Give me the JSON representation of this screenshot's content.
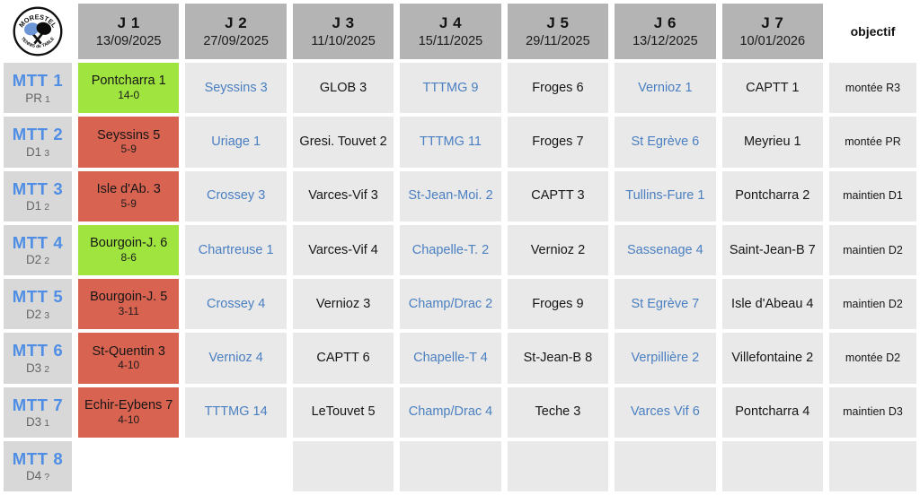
{
  "logo": {
    "top": "MORESTEL",
    "bottom": "TENNIS de TABLE"
  },
  "colors": {
    "headbg": "#b4b4b4",
    "labelbg": "#d8d8d8",
    "cellbg": "#e9e9e9",
    "win": "#a0e53f",
    "loss": "#d96351",
    "away": "#4a7fc1",
    "teamblue": "#4f8ee4"
  },
  "header": {
    "objectif": "objectif",
    "days": [
      {
        "label": "J 1",
        "date": "13/09/2025"
      },
      {
        "label": "J 2",
        "date": "27/09/2025"
      },
      {
        "label": "J 3",
        "date": "11/10/2025"
      },
      {
        "label": "J 4",
        "date": "15/11/2025"
      },
      {
        "label": "J 5",
        "date": "29/11/2025"
      },
      {
        "label": "J 6",
        "date": "13/12/2025"
      },
      {
        "label": "J 7",
        "date": "10/01/2026"
      }
    ]
  },
  "teams": [
    {
      "team": "MTT 1",
      "division": "PR",
      "division_num": "1",
      "objectif": "montée R3",
      "matches": [
        {
          "name": "Pontcharra 1",
          "score": "14-0",
          "result": "win"
        },
        {
          "name": "Seyssins 3"
        },
        {
          "name": "GLOB 3"
        },
        {
          "name": "TTTMG 9"
        },
        {
          "name": "Froges 6"
        },
        {
          "name": "Vernioz 1"
        },
        {
          "name": "CAPTT 1"
        }
      ]
    },
    {
      "team": "MTT 2",
      "division": "D1",
      "division_num": "3",
      "objectif": "montée PR",
      "matches": [
        {
          "name": "Seyssins 5",
          "score": "5-9",
          "result": "loss"
        },
        {
          "name": "Uriage 1"
        },
        {
          "name": "Gresi. Touvet 2"
        },
        {
          "name": "TTTMG 11"
        },
        {
          "name": "Froges 7"
        },
        {
          "name": "St Egrève 6"
        },
        {
          "name": "Meyrieu 1"
        }
      ]
    },
    {
      "team": "MTT 3",
      "division": "D1",
      "division_num": "2",
      "objectif": "maintien D1",
      "matches": [
        {
          "name": "Isle d'Ab. 3",
          "score": "5-9",
          "result": "loss"
        },
        {
          "name": "Crossey 3"
        },
        {
          "name": "Varces-Vif 3"
        },
        {
          "name": "St-Jean-Moi. 2"
        },
        {
          "name": "CAPTT 3"
        },
        {
          "name": "Tullins-Fure 1"
        },
        {
          "name": "Pontcharra 2"
        }
      ]
    },
    {
      "team": "MTT 4",
      "division": "D2",
      "division_num": "2",
      "objectif": "maintien D2",
      "matches": [
        {
          "name": "Bourgoin-J. 6",
          "score": "8-6",
          "result": "win"
        },
        {
          "name": "Chartreuse 1"
        },
        {
          "name": "Varces-Vif 4"
        },
        {
          "name": "Chapelle-T. 2"
        },
        {
          "name": "Vernioz 2"
        },
        {
          "name": "Sassenage 4"
        },
        {
          "name": "Saint-Jean-B 7"
        }
      ]
    },
    {
      "team": "MTT 5",
      "division": "D2",
      "division_num": "3",
      "objectif": "maintien D2",
      "matches": [
        {
          "name": "Bourgoin-J. 5",
          "score": "3-11",
          "result": "loss"
        },
        {
          "name": "Crossey 4"
        },
        {
          "name": "Vernioz 3"
        },
        {
          "name": "Champ/Drac 2"
        },
        {
          "name": "Froges 9"
        },
        {
          "name": "St Egrève 7"
        },
        {
          "name": "Isle d'Abeau 4"
        }
      ]
    },
    {
      "team": "MTT 6",
      "division": "D3",
      "division_num": "2",
      "objectif": "montée D2",
      "matches": [
        {
          "name": "St-Quentin 3",
          "score": "4-10",
          "result": "loss"
        },
        {
          "name": "Vernioz 4"
        },
        {
          "name": "CAPTT 6"
        },
        {
          "name": "Chapelle-T 4"
        },
        {
          "name": "St-Jean-B 8"
        },
        {
          "name": "Verpillière 2"
        },
        {
          "name": "Villefontaine 2"
        }
      ]
    },
    {
      "team": "MTT 7",
      "division": "D3",
      "division_num": "1",
      "objectif": "maintien D3",
      "matches": [
        {
          "name": "Echir-Eybens 7",
          "score": "4-10",
          "result": "loss"
        },
        {
          "name": "TTTMG 14"
        },
        {
          "name": "LeTouvet 5"
        },
        {
          "name": "Champ/Drac 4"
        },
        {
          "name": "Teche 3"
        },
        {
          "name": "Varces Vif 6"
        },
        {
          "name": "Pontcharra 4"
        }
      ]
    },
    {
      "team": "MTT 8",
      "division": "D4",
      "division_num": "?",
      "objectif": "",
      "matches": []
    }
  ]
}
